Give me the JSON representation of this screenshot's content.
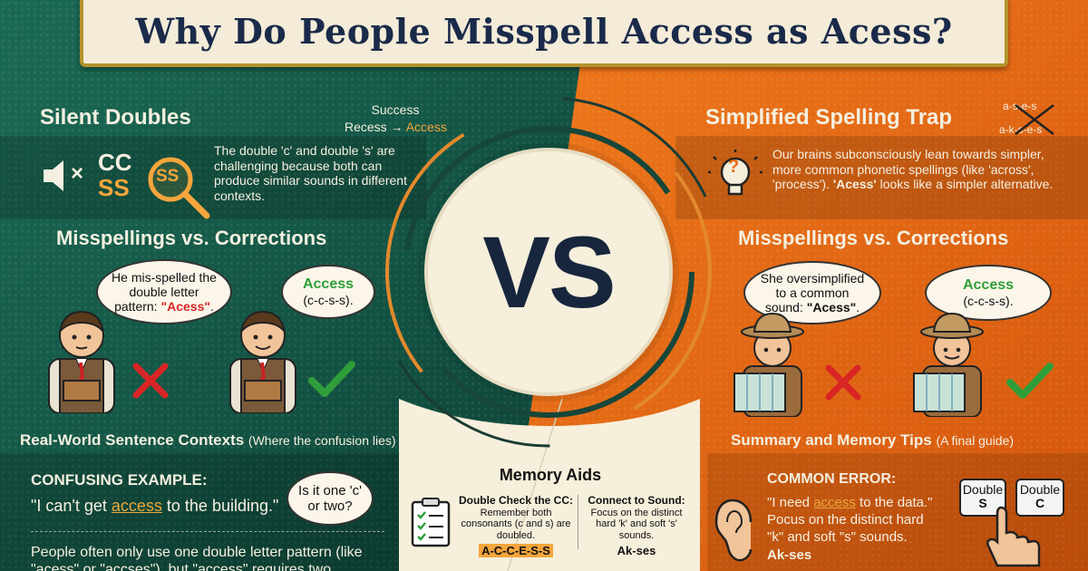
{
  "title": "Why Do People Misspell Access as Acess?",
  "center": {
    "vs": "VS",
    "word_line1": "Success",
    "word_line2_a": "Recess",
    "arrow": "→",
    "word_line2_b": "Access",
    "memory_title": "Memory Aids",
    "tip1_heading": "Double Check the CC:",
    "tip1_body": "Remember both consonants (c and s) are doubled.",
    "tip1_spelling": "A-C-C-E-S-S",
    "tip2_heading": "Connect to Sound:",
    "tip2_body": "Focus on the distinct hard 'k' and soft 's' sounds.",
    "tip2_spelling": "Ak-ses"
  },
  "left": {
    "heading": "Silent Doubles",
    "cc_label": "CC",
    "ss_label": "SS",
    "ss_badge": "SS",
    "mute_mark": "×",
    "description": "The double 'c' and double 's' are challenging because both can produce similar sounds in different contexts.",
    "section_title": "Misspellings vs. Corrections",
    "bubble_wrong_a": "He mis-spelled the double letter pattern: ",
    "bubble_wrong_b": "\"Acess\"",
    "bubble_wrong_c": ".",
    "bubble_right_word": "Access",
    "bubble_right_spell": "(c-c-s-s).",
    "contexts_title": "Real-World Sentence Contexts",
    "contexts_sub": "(Where the confusion lies)",
    "example_label": "CONFUSING EXAMPLE:",
    "example_a": "\"I can't get ",
    "example_word": "access",
    "example_b": " to the building.\"",
    "question_bubble": "Is it one 'c' or two?",
    "bottom_text_a": "People often only use one double letter pattern (like",
    "bottom_text_b": "\"acess\" or \"accses\"), but \"access\" requires two"
  },
  "right": {
    "heading": "Simplified Spelling Trap",
    "phon1": "a-s-e-s",
    "phon2": "a-k-s-e-s",
    "description_a": "Our brains subconsciously lean towards simpler, more common phonetic spellings (like 'across', 'process'). ",
    "description_b": "'Acess'",
    "description_c": " looks like a simpler alternative.",
    "bulb_mark": "?",
    "section_title": "Misspellings vs. Corrections",
    "bubble_wrong_a": "She oversimplified to a common sound: ",
    "bubble_wrong_b": "\"Acess\"",
    "bubble_wrong_c": ".",
    "bubble_right_word": "Access",
    "bubble_right_spell": "(c-c-s-s).",
    "summary_title": "Summary and Memory Tips",
    "summary_sub": "(A final guide)",
    "error_label": "COMMON ERROR:",
    "error_a": "\"I need ",
    "error_word": "access",
    "error_b": " to the data.\"",
    "error_line2": "Pocus on the distinct hard",
    "error_line3": "\"k\" and soft \"s\" sounds.",
    "error_bottom": "Ak-ses",
    "key1_top": "Double",
    "key1_bottom": "S",
    "key2_top": "Double",
    "key2_bottom": "C"
  },
  "colors": {
    "green": "#0f4a3c",
    "orange": "#e36a12",
    "cream": "#f6efdc",
    "navy": "#17263d",
    "gold": "#b4932c",
    "wrong": "#d92525",
    "right": "#2f9e3a"
  }
}
